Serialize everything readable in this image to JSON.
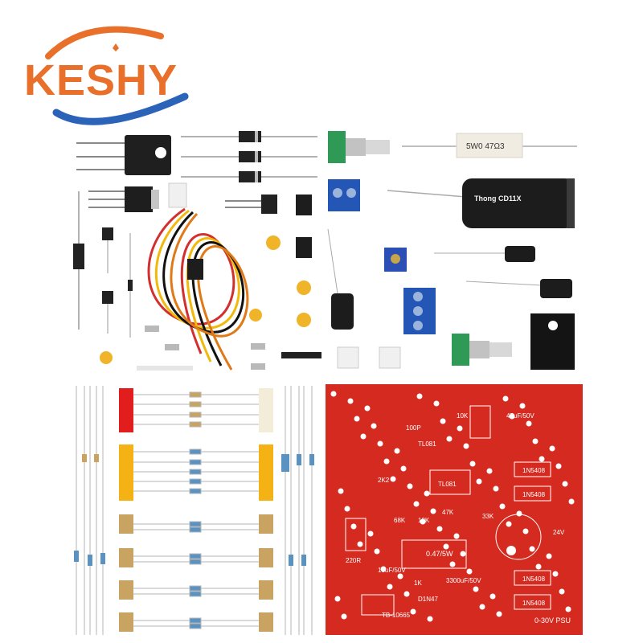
{
  "brand": {
    "name": "KESHY",
    "color_primary": "#e8702a",
    "color_secondary": "#2a63b8"
  },
  "components": {
    "resistor_power_label": "5W0 47Ω3",
    "capacitor_large_label": "Thong CD11X",
    "pcb_colors": {
      "board": "#d42a20",
      "silk": "#ffffff"
    }
  },
  "pcb": {
    "labels": {
      "diode1": "1N5408",
      "diode2": "1N5408",
      "diode3": "1N5408",
      "diode4": "1N5408",
      "cap_main": "3300uF/50V",
      "res_shunt": "0.47/5W",
      "cap_filter": "10uF/50V",
      "ic1": "TL081",
      "ic2": "TL081",
      "res_10k_a": "10K",
      "res_10k_b": "10K",
      "res_100p": "100P",
      "res_68k": "68K",
      "res_47k": "47K",
      "res_1k": "1K",
      "res_2k2": "2K2",
      "res_33k": "33K",
      "res_220r": "220R",
      "cap_47uf": "47uF/50V",
      "label_psu": "0-30V PSU",
      "label_24v": "24V",
      "label_diode": "D1N47",
      "label_ver": "TB-10665"
    }
  }
}
